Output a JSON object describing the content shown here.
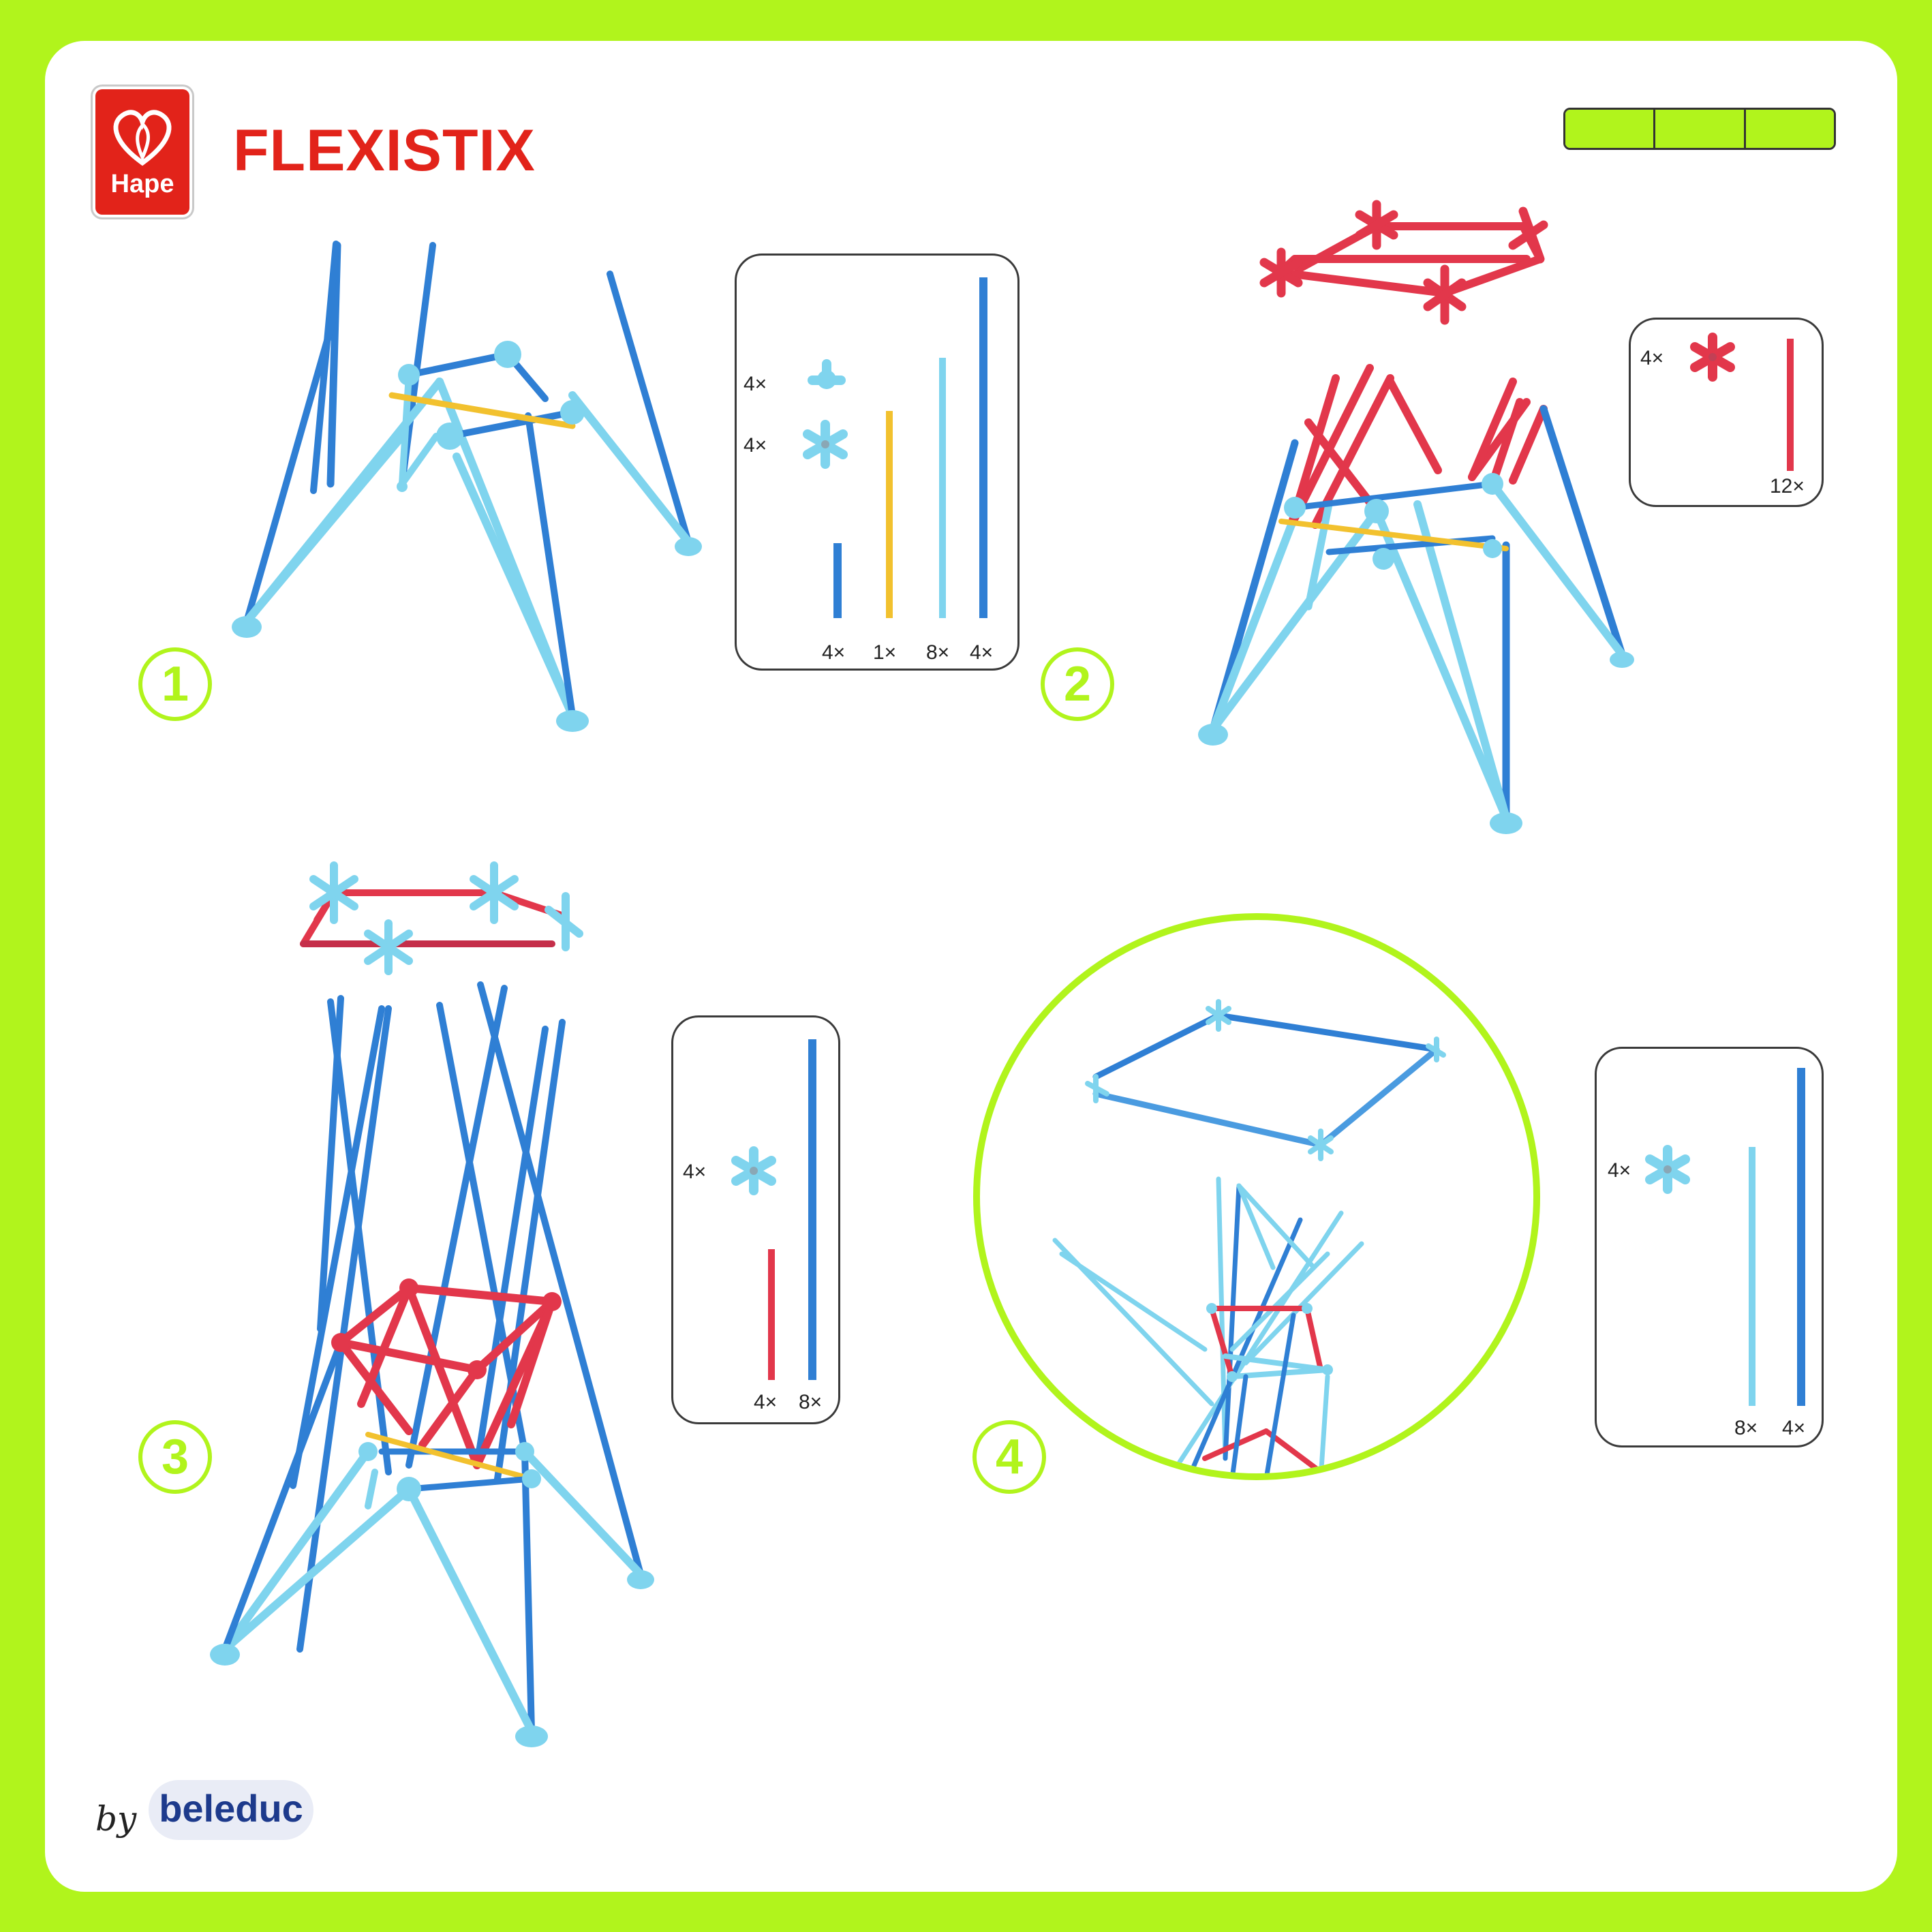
{
  "brand": {
    "logo_text": "Hape",
    "title": "FLEXISTIX",
    "maker_prefix": "by",
    "maker_logo": "beleduc"
  },
  "colors": {
    "background": "#b1f41c",
    "sheet": "#ffffff",
    "brand_red": "#e2231a",
    "stick_dark_blue": "#2f7fd4",
    "stick_light_blue": "#7fd4ee",
    "stick_yellow": "#f2c12e",
    "stick_red": "#e2374b"
  },
  "progress_cells": 3,
  "steps": [
    {
      "number": "1",
      "parts": [
        {
          "icon": "tri-connector-light-blue",
          "count": "4×"
        },
        {
          "icon": "six-arm-connector-light-blue",
          "count": "4×"
        },
        {
          "icon": "short-stick-dark-blue",
          "count": "4×"
        },
        {
          "icon": "medium-stick-yellow",
          "count": "1×"
        },
        {
          "icon": "long-stick-light-blue",
          "count": "8×"
        },
        {
          "icon": "longest-stick-dark-blue",
          "count": "4×"
        }
      ]
    },
    {
      "number": "2",
      "parts": [
        {
          "icon": "six-arm-connector-red",
          "count": "4×"
        },
        {
          "icon": "stick-red",
          "count": "12×"
        }
      ]
    },
    {
      "number": "3",
      "parts": [
        {
          "icon": "six-arm-connector-light-blue",
          "count": "4×"
        },
        {
          "icon": "stick-red",
          "count": "4×"
        },
        {
          "icon": "stick-dark-blue",
          "count": "8×"
        }
      ]
    },
    {
      "number": "4",
      "parts": [
        {
          "icon": "six-arm-connector-light-blue",
          "count": "4×"
        },
        {
          "icon": "stick-light-blue",
          "count": "8×"
        },
        {
          "icon": "stick-dark-blue",
          "count": "4×"
        }
      ]
    }
  ]
}
